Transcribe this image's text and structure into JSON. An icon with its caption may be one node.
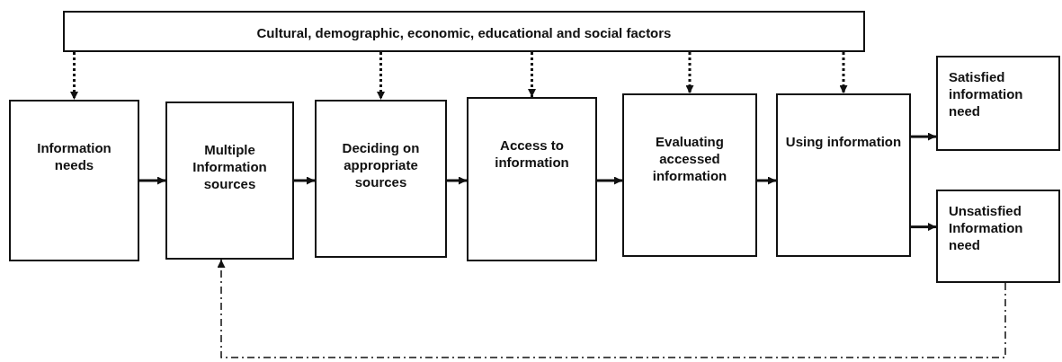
{
  "diagram": {
    "nodes": [
      {
        "text": [
          "Cultural, demographic, economic, educational and social factors"
        ]
      },
      {
        "text": [
          "Information needs"
        ]
      },
      {
        "text": [
          "Multiple Information sources"
        ]
      },
      {
        "text": [
          "Deciding on appropriate sources"
        ]
      },
      {
        "text": [
          "Access to information"
        ]
      },
      {
        "text": [
          "Evaluating accessed information"
        ]
      },
      {
        "text": [
          "Using information"
        ]
      },
      {
        "text": [
          "Satisfied information need"
        ]
      },
      {
        "text": [
          "Unsatisfied Information need"
        ]
      }
    ],
    "edges": [
      {
        "from": 0,
        "to": 1,
        "arrow": "to",
        "style": "dashed"
      },
      {
        "from": 0,
        "to": 3,
        "arrow": "to",
        "style": "dashed"
      },
      {
        "from": 0,
        "to": 4,
        "arrow": "to",
        "style": "dashed"
      },
      {
        "from": 0,
        "to": 5,
        "arrow": "to",
        "style": "dashed"
      },
      {
        "from": 0,
        "to": 6,
        "arrow": "to",
        "style": "dashed"
      },
      {
        "from": 1,
        "to": 2,
        "arrow": "to"
      },
      {
        "from": 2,
        "to": 3,
        "arrow": "to"
      },
      {
        "from": 3,
        "to": 4,
        "arrow": "to"
      },
      {
        "from": 4,
        "to": 5,
        "arrow": "to"
      },
      {
        "from": 5,
        "to": 6,
        "arrow": "to"
      },
      {
        "from": 6,
        "to": 7,
        "arrow": "to"
      },
      {
        "from": 6,
        "to": 8,
        "arrow": "to"
      },
      {
        "from": 8,
        "to": 2,
        "arrow": "to",
        "style": "dashed"
      }
    ]
  }
}
